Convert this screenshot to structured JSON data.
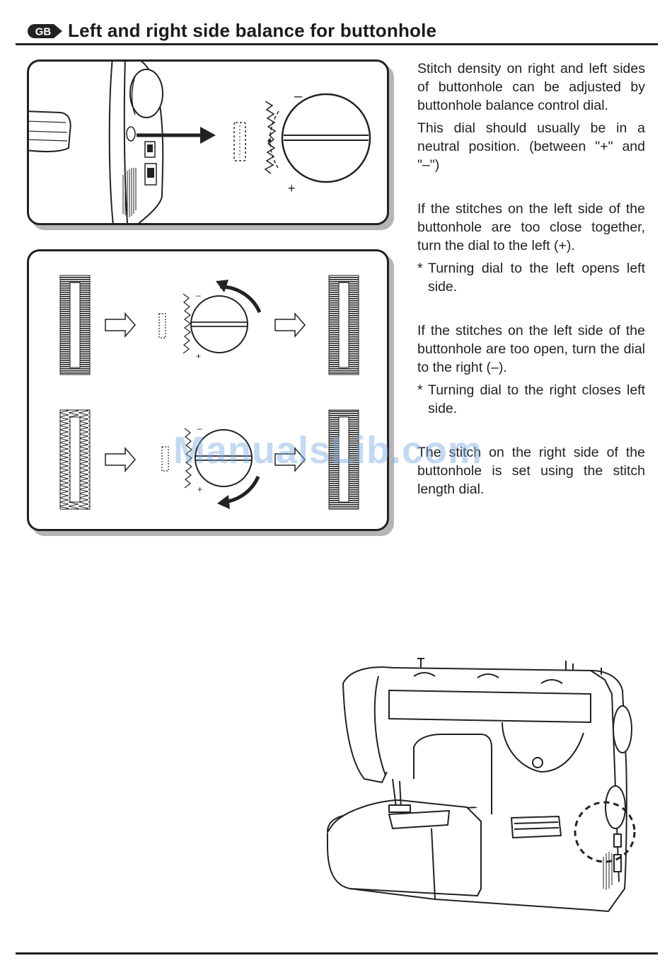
{
  "header": {
    "badge": "GB",
    "title": "Left and right side balance for buttonhole"
  },
  "figure_top": {
    "minus": "–",
    "plus": "+"
  },
  "figure_bottom": {
    "upper_minus": "–",
    "upper_plus": "+",
    "lower_minus": "–",
    "lower_plus": "+"
  },
  "text": {
    "p1": "Stitch density on right and left sides of buttonhole can be adjusted by buttonhole balance control dial.",
    "p2": "This dial should usually be in a neutral position. (between \"+\" and \"–\")",
    "p3": "If the stitches on the left side of the buttonhole are too close together, turn the dial to the left (+).",
    "note1_star": "*",
    "note1": "Turning dial to the left opens left side.",
    "p4": "If the stitches on the left side of the buttonhole are too open, turn the dial to the right (–).",
    "note2_star": "*",
    "note2": "Turning dial to the right closes left side.",
    "p5": "The stitch on the right side of the buttonhole is set using the stitch length dial."
  },
  "watermark": "ManualsLib.com",
  "colors": {
    "ink": "#222222",
    "shadow": "#b5b5b5",
    "watermark": "#78aae1"
  }
}
